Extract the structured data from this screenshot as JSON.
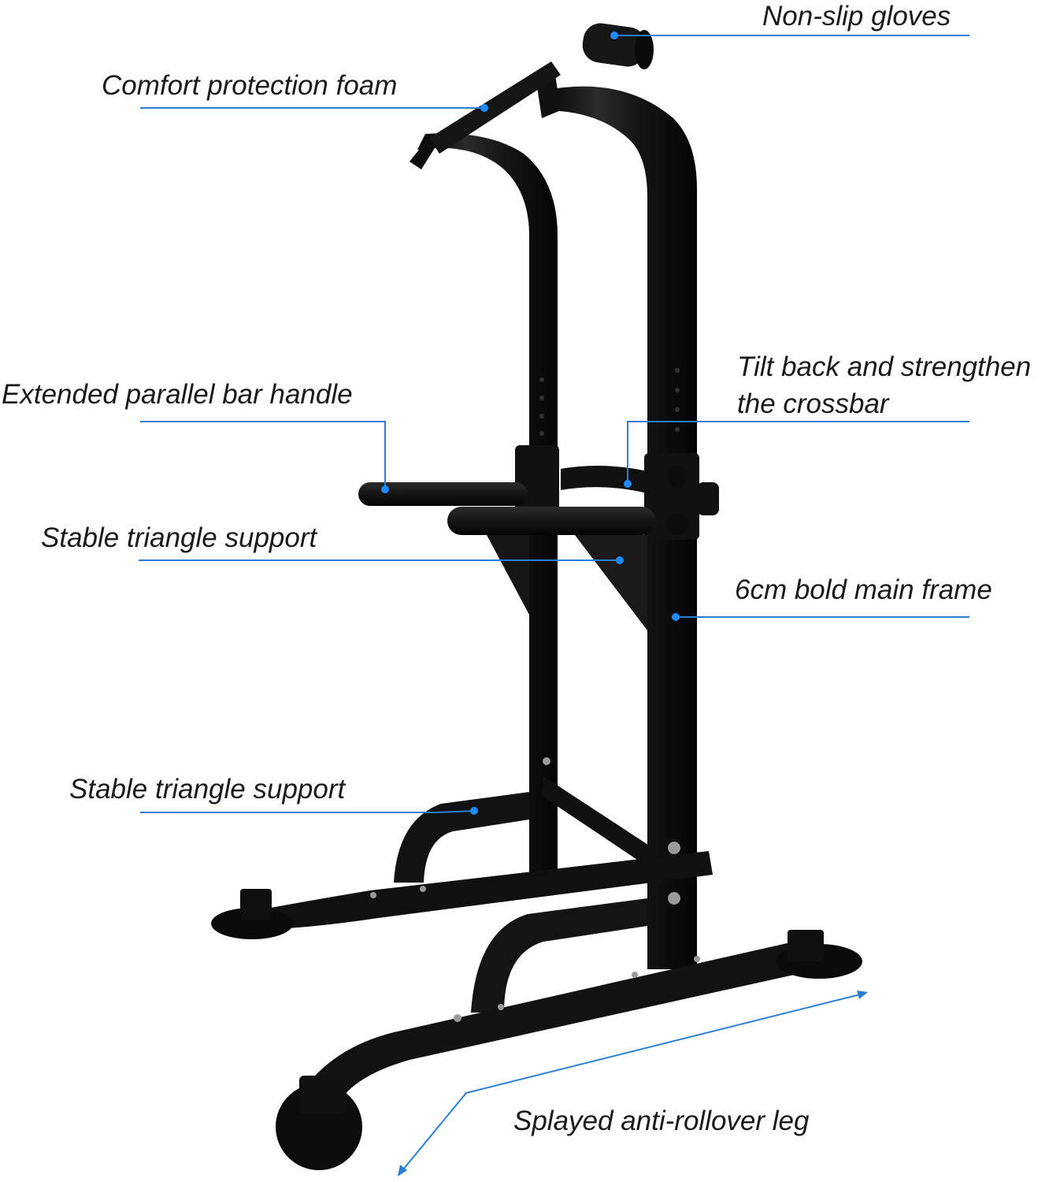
{
  "diagram": {
    "subject": "Power tower / pull-up dip station",
    "accent_color": "#2a7fd4",
    "frame_color": "#141414",
    "callouts": [
      {
        "id": "non-slip-gloves",
        "text": "Non-slip gloves"
      },
      {
        "id": "comfort-protection-foam",
        "text": "Comfort protection foam"
      },
      {
        "id": "extended-parallel-bar-handle",
        "text": "Extended parallel bar handle"
      },
      {
        "id": "tilt-back-crossbar",
        "line1": "Tilt back and strengthen",
        "line2": "the crossbar"
      },
      {
        "id": "stable-triangle-support-upper",
        "text": "Stable triangle support"
      },
      {
        "id": "bold-main-frame",
        "text": "6cm bold main frame"
      },
      {
        "id": "stable-triangle-support-lower",
        "text": "Stable triangle support"
      },
      {
        "id": "splayed-anti-rollover-leg",
        "text": "Splayed anti-rollover leg"
      }
    ]
  }
}
